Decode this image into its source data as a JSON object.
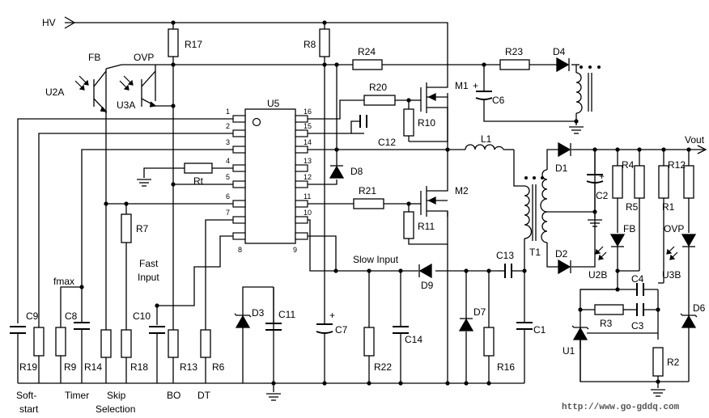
{
  "schematic": {
    "net_labels": {
      "hv": "HV",
      "vout": "Vout"
    },
    "ic": {
      "name": "U5",
      "left_pins": [
        "1",
        "2",
        "3",
        "4",
        "5",
        "6",
        "7",
        "8"
      ],
      "right_pins": [
        "16",
        "15",
        "14",
        "13",
        "12",
        "11",
        "10",
        "9"
      ]
    },
    "function_labels": {
      "soft_start_1": "Soft-",
      "soft_start_2": "start",
      "timer": "Timer",
      "skip_1": "Skip",
      "skip_2": "Selection",
      "bo": "BO",
      "dt": "DT",
      "fmax": "fmax",
      "fast_input_1": "Fast",
      "fast_input_2": "Input",
      "slow_input": "Slow Input",
      "fb": "FB",
      "ovp": "OVP",
      "fb_right": "FB",
      "ovp_right": "OVP"
    },
    "components": {
      "u2a": "U2A",
      "u3a": "U3A",
      "u2b": "U2B",
      "u3b": "U3B",
      "u1": "U1",
      "m1": "M1",
      "m2": "M2",
      "l1": "L1",
      "t1": "T1",
      "d1": "D1",
      "d2": "D2",
      "d3": "D3",
      "d4": "D4",
      "d6": "D6",
      "d7": "D7",
      "d8": "D8",
      "d9": "D9",
      "c1": "C1",
      "c2": "C2",
      "c3": "C3",
      "c4": "C4",
      "c6": "C6",
      "c7": "C7",
      "c8": "C8",
      "c9": "C9",
      "c10": "C10",
      "c11": "C11",
      "c12": "C12",
      "c13": "C13",
      "c14": "C14",
      "r1": "R1",
      "r2": "R2",
      "r3": "R3",
      "r4": "R4",
      "r5": "R5",
      "r6": "R6",
      "r7": "R7",
      "r8": "R8",
      "r9": "R9",
      "r10": "R10",
      "r11": "R11",
      "r12": "R12",
      "r13": "R13",
      "r14": "R14",
      "r16": "R16",
      "r17": "R17",
      "r18": "R18",
      "r19": "R19",
      "r20": "R20",
      "r21": "R21",
      "r22": "R22",
      "r23": "R23",
      "r24": "R24",
      "rt": "Rt"
    },
    "polarity": {
      "plus": "+"
    }
  },
  "watermark": {
    "url": "http://www.go-gddq.com"
  }
}
